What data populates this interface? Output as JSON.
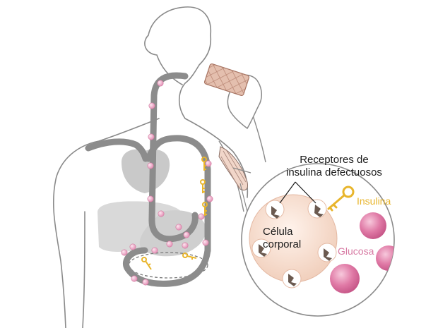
{
  "labels": {
    "receptors_line1": "Receptores de",
    "receptors_line2": "insulina defectuosos",
    "insulin": "Insulina",
    "cell_line1": "Célula",
    "cell_line2": "corporal",
    "glucose": "Glucosa"
  },
  "colors": {
    "body_outline": "#8a8a8a",
    "organ_gray": "#cfcfcf",
    "tube_gray": "#8c8c8c",
    "glucose_pink": "#e58ab0",
    "insulin_yellow": "#e8b52c",
    "cell_fill": "#f6ddd0",
    "receptor_brown": "#6b5a50"
  }
}
